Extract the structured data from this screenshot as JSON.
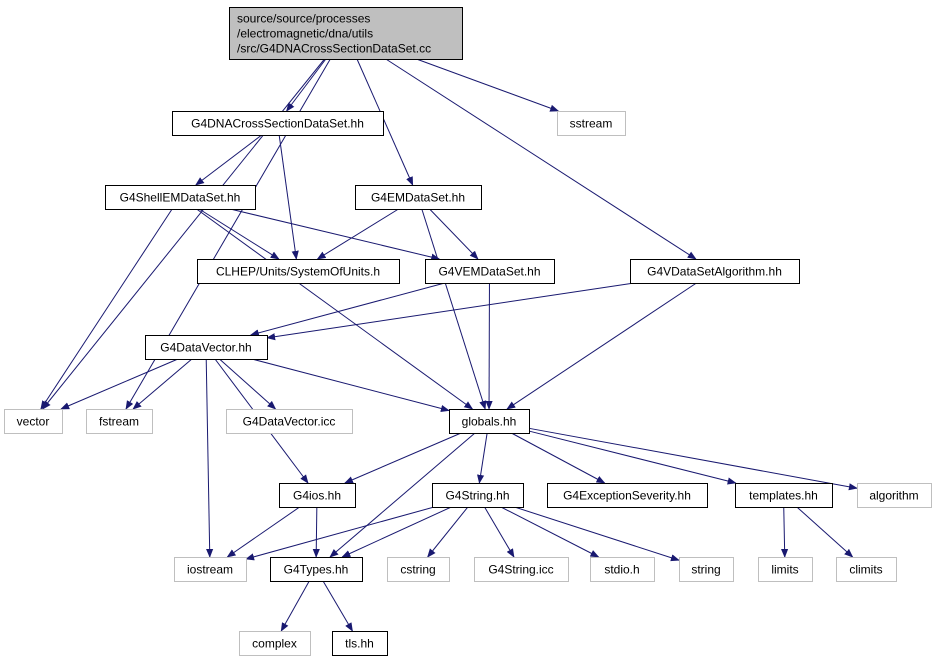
{
  "colors": {
    "edge": "#191970",
    "root_fill": "#bfbfbf",
    "local_border": "#000000",
    "system_border": "#bfbfbf",
    "background": "#ffffff"
  },
  "nodes": {
    "root": {
      "lines": [
        "source/source/processes",
        "/electromagnetic/dna/utils",
        "/src/G4DNACrossSectionDataSet.cc"
      ],
      "kind": "root"
    },
    "dna_cross_section_hh": {
      "label": "G4DNACrossSectionDataSet.hh",
      "kind": "local"
    },
    "sstream": {
      "label": "sstream",
      "kind": "system"
    },
    "shell_em_dataset_hh": {
      "label": "G4ShellEMDataSet.hh",
      "kind": "local"
    },
    "em_dataset_hh": {
      "label": "G4EMDataSet.hh",
      "kind": "local"
    },
    "clhep_units_hh": {
      "label": "CLHEP/Units/SystemOfUnits.h",
      "kind": "local"
    },
    "vem_dataset_hh": {
      "label": "G4VEMDataSet.hh",
      "kind": "local"
    },
    "vdataset_algorithm_hh": {
      "label": "G4VDataSetAlgorithm.hh",
      "kind": "local"
    },
    "data_vector_hh": {
      "label": "G4DataVector.hh",
      "kind": "local"
    },
    "vector": {
      "label": "vector",
      "kind": "system"
    },
    "fstream": {
      "label": "fstream",
      "kind": "system"
    },
    "data_vector_icc": {
      "label": "G4DataVector.icc",
      "kind": "system"
    },
    "globals_hh": {
      "label": "globals.hh",
      "kind": "local"
    },
    "g4ios_hh": {
      "label": "G4ios.hh",
      "kind": "local"
    },
    "g4string_hh": {
      "label": "G4String.hh",
      "kind": "local"
    },
    "exception_severity_hh": {
      "label": "G4ExceptionSeverity.hh",
      "kind": "local"
    },
    "templates_hh": {
      "label": "templates.hh",
      "kind": "local"
    },
    "algorithm": {
      "label": "algorithm",
      "kind": "system"
    },
    "iostream": {
      "label": "iostream",
      "kind": "system"
    },
    "g4types_hh": {
      "label": "G4Types.hh",
      "kind": "local"
    },
    "cstring": {
      "label": "cstring",
      "kind": "system"
    },
    "g4string_icc": {
      "label": "G4String.icc",
      "kind": "system"
    },
    "stdio_h": {
      "label": "stdio.h",
      "kind": "system"
    },
    "string": {
      "label": "string",
      "kind": "system"
    },
    "limits": {
      "label": "limits",
      "kind": "system"
    },
    "climits": {
      "label": "climits",
      "kind": "system"
    },
    "complex": {
      "label": "complex",
      "kind": "system"
    },
    "tls_hh": {
      "label": "tls.hh",
      "kind": "local"
    }
  },
  "edges": [
    [
      "root",
      "vector"
    ],
    [
      "root",
      "fstream"
    ],
    [
      "root",
      "dna_cross_section_hh"
    ],
    [
      "root",
      "sstream"
    ],
    [
      "root",
      "em_dataset_hh"
    ],
    [
      "root",
      "vdataset_algorithm_hh"
    ],
    [
      "dna_cross_section_hh",
      "shell_em_dataset_hh"
    ],
    [
      "dna_cross_section_hh",
      "clhep_units_hh"
    ],
    [
      "shell_em_dataset_hh",
      "clhep_units_hh"
    ],
    [
      "shell_em_dataset_hh",
      "vem_dataset_hh"
    ],
    [
      "shell_em_dataset_hh",
      "vector"
    ],
    [
      "shell_em_dataset_hh",
      "globals_hh"
    ],
    [
      "em_dataset_hh",
      "clhep_units_hh"
    ],
    [
      "em_dataset_hh",
      "vem_dataset_hh"
    ],
    [
      "em_dataset_hh",
      "globals_hh"
    ],
    [
      "vem_dataset_hh",
      "data_vector_hh"
    ],
    [
      "vem_dataset_hh",
      "globals_hh"
    ],
    [
      "vdataset_algorithm_hh",
      "data_vector_hh"
    ],
    [
      "vdataset_algorithm_hh",
      "globals_hh"
    ],
    [
      "data_vector_hh",
      "vector"
    ],
    [
      "data_vector_hh",
      "fstream"
    ],
    [
      "data_vector_hh",
      "data_vector_icc"
    ],
    [
      "data_vector_hh",
      "globals_hh"
    ],
    [
      "data_vector_hh",
      "g4ios_hh"
    ],
    [
      "data_vector_hh",
      "iostream"
    ],
    [
      "globals_hh",
      "g4ios_hh"
    ],
    [
      "globals_hh",
      "g4string_hh"
    ],
    [
      "globals_hh",
      "exception_severity_hh"
    ],
    [
      "globals_hh",
      "templates_hh"
    ],
    [
      "globals_hh",
      "algorithm"
    ],
    [
      "globals_hh",
      "g4types_hh"
    ],
    [
      "g4ios_hh",
      "iostream"
    ],
    [
      "g4ios_hh",
      "g4types_hh"
    ],
    [
      "g4string_hh",
      "iostream"
    ],
    [
      "g4string_hh",
      "g4types_hh"
    ],
    [
      "g4string_hh",
      "cstring"
    ],
    [
      "g4string_hh",
      "g4string_icc"
    ],
    [
      "g4string_hh",
      "stdio_h"
    ],
    [
      "g4string_hh",
      "string"
    ],
    [
      "templates_hh",
      "limits"
    ],
    [
      "templates_hh",
      "climits"
    ],
    [
      "g4types_hh",
      "complex"
    ],
    [
      "g4types_hh",
      "tls_hh"
    ]
  ]
}
